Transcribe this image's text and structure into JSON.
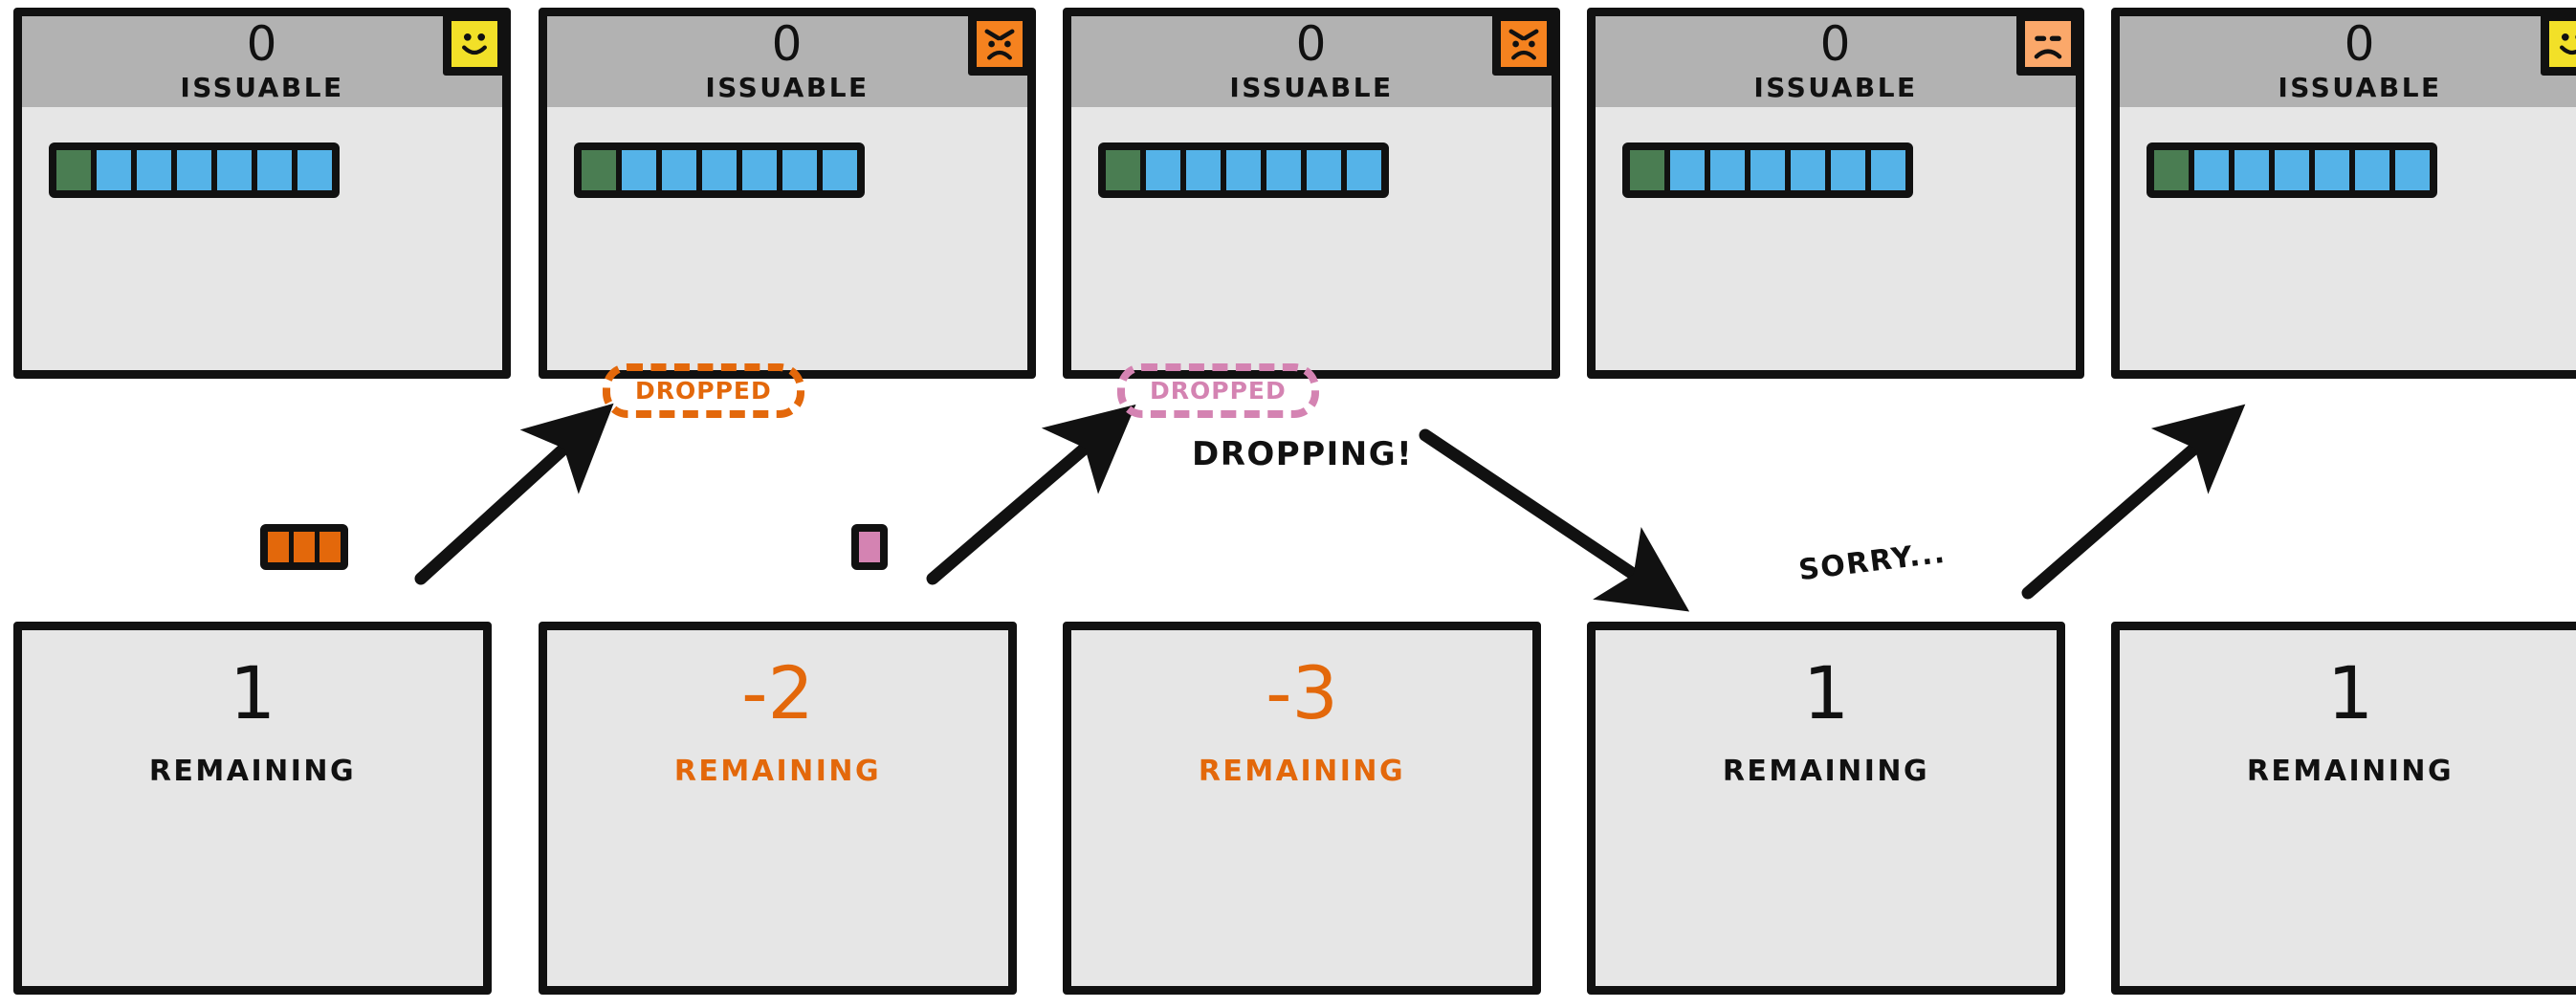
{
  "colors": {
    "ink": "#111111",
    "card_body": "#e6e6e6",
    "card_header": "#b2b2b2",
    "blue": "#55b3e8",
    "green": "#4a7d52",
    "orange": "#e3680b",
    "orange_light": "#fba86a",
    "yellow": "#f2e028",
    "pink": "#d483b2"
  },
  "top_cards": [
    {
      "count": "0",
      "label": "ISSUABLE",
      "face": "smiley-icon",
      "face_kind": "happy",
      "face_color": "#f2e028",
      "segments": [
        "green",
        "blue",
        "blue",
        "blue",
        "blue",
        "blue",
        "blue"
      ]
    },
    {
      "count": "0",
      "label": "ISSUABLE",
      "face": "angry-face-icon",
      "face_kind": "angry",
      "face_color": "#f5821f",
      "segments": [
        "green",
        "blue",
        "blue",
        "blue",
        "blue",
        "blue",
        "blue"
      ]
    },
    {
      "count": "0",
      "label": "ISSUABLE",
      "face": "angry-face-icon",
      "face_kind": "angry",
      "face_color": "#f5821f",
      "segments": [
        "green",
        "blue",
        "blue",
        "blue",
        "blue",
        "blue",
        "blue"
      ]
    },
    {
      "count": "0",
      "label": "ISSUABLE",
      "face": "neutral-face-icon",
      "face_kind": "sad",
      "face_color": "#fba86a",
      "segments": [
        "green",
        "blue",
        "blue",
        "blue",
        "blue",
        "blue",
        "blue"
      ]
    },
    {
      "count": "0",
      "label": "ISSUABLE",
      "face": "smiley-icon",
      "face_kind": "happy",
      "face_color": "#f2e028",
      "segments": [
        "green",
        "blue",
        "blue",
        "blue",
        "blue",
        "blue",
        "blue"
      ]
    }
  ],
  "bottom_cards": [
    {
      "number": "1",
      "label": "REMAINING",
      "color": "#111111"
    },
    {
      "number": "-2",
      "label": "REMAINING",
      "color": "#e3680b"
    },
    {
      "number": "-3",
      "label": "REMAINING",
      "color": "#e3680b"
    },
    {
      "number": "1",
      "label": "REMAINING",
      "color": "#111111"
    },
    {
      "number": "1",
      "label": "REMAINING",
      "color": "#111111"
    }
  ],
  "annotations": {
    "mini_bar_orange": {
      "segments": [
        "orange",
        "orange",
        "orange"
      ],
      "color": "#e3680b"
    },
    "mini_bar_pink": {
      "segments": [
        "pink"
      ],
      "color": "#d483b2"
    },
    "dropped_orange": {
      "text": "DROPPED",
      "color": "#e3680b"
    },
    "dropped_pink": {
      "text": "DROPPED",
      "color": "#d483b2"
    },
    "dropping_note": {
      "text": "DROPPING!"
    },
    "sorry_note": {
      "text": "SORRY..."
    }
  }
}
